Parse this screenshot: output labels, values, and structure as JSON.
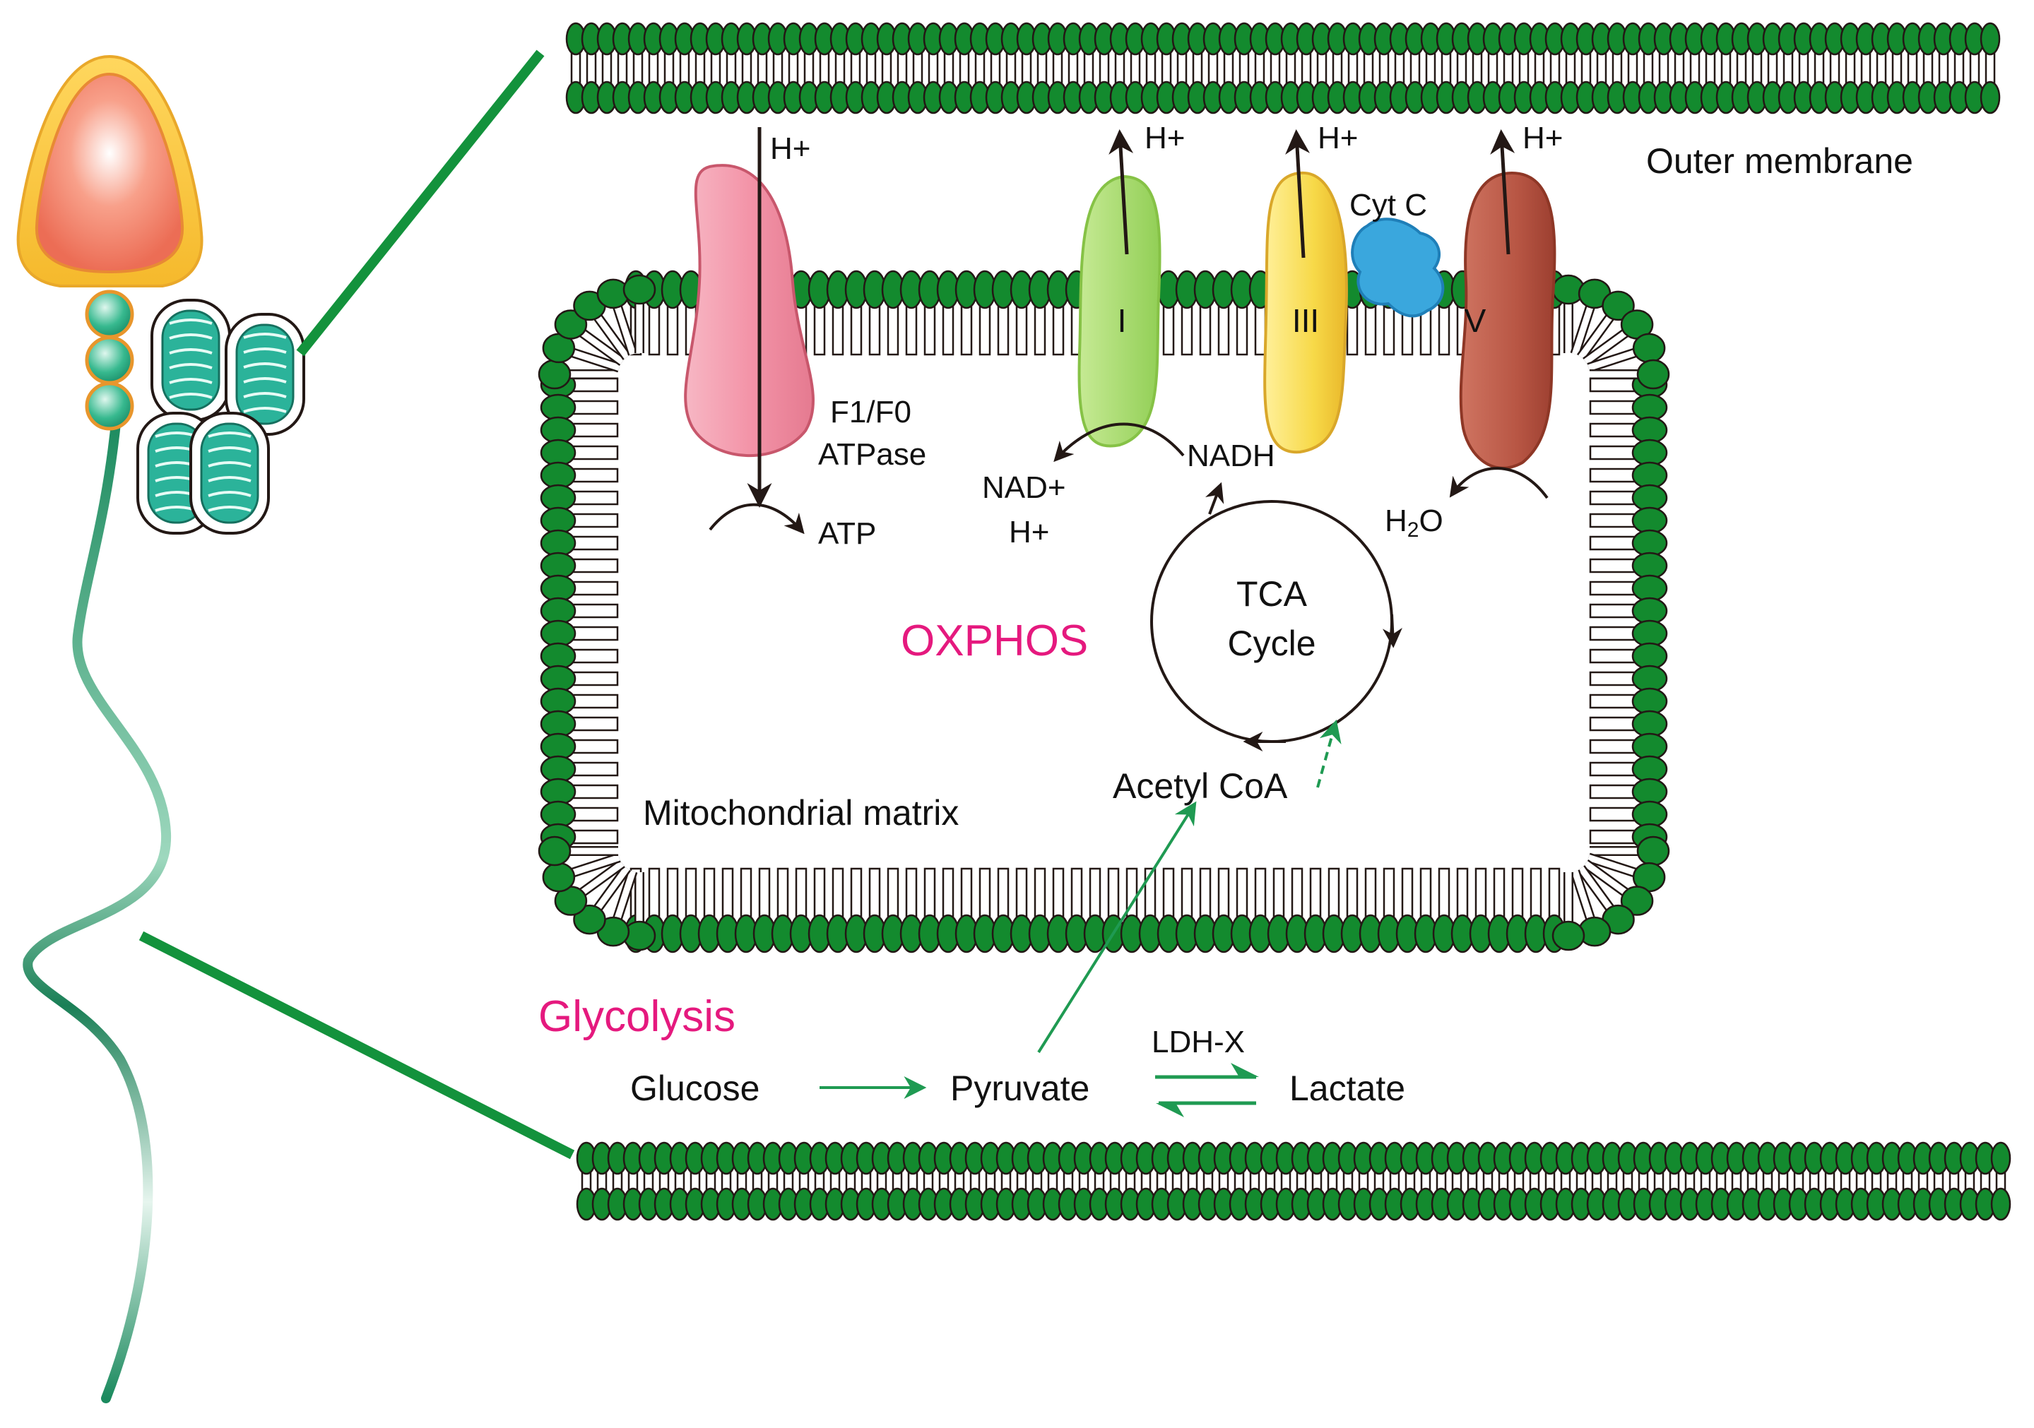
{
  "labels": {
    "outer_membrane": "Outer membrane",
    "mitochondrial_matrix": "Mitochondrial matrix",
    "oxphos": "OXPHOS",
    "glycolysis": "Glycolysis",
    "tca_line1": "TCA",
    "tca_line2": "Cycle",
    "acetyl_coa": "Acetyl CoA",
    "nadh": "NADH",
    "nad_line1": "NAD+",
    "nad_line2": "H+",
    "h2o_main": "H",
    "h2o_sub": "2",
    "h2o_end": "O",
    "atp": "ATP",
    "atpase_line1": "F1/F0",
    "atpase_line2": "ATPase",
    "cyt_c": "Cyt C",
    "glucose": "Glucose",
    "pyruvate": "Pyruvate",
    "lactate": "Lactate",
    "ldh": "LDH-X",
    "h_plus": [
      "H+",
      "H+",
      "H+",
      "H+"
    ]
  },
  "complexes": [
    {
      "label": "",
      "color": "#f4a3b4"
    },
    {
      "label": "I",
      "color": "#a8d86b"
    },
    {
      "label": "III",
      "color": "#f7d948"
    },
    {
      "label": "V",
      "color": "#bb5a48"
    }
  ],
  "colors": {
    "membrane_head": "#138a2e",
    "arrow_green": "#1f9a52",
    "accent_pink": "#e5197e",
    "mito_teal": "#2bb39a",
    "cyt_c_blue": "#3aa7dd"
  }
}
